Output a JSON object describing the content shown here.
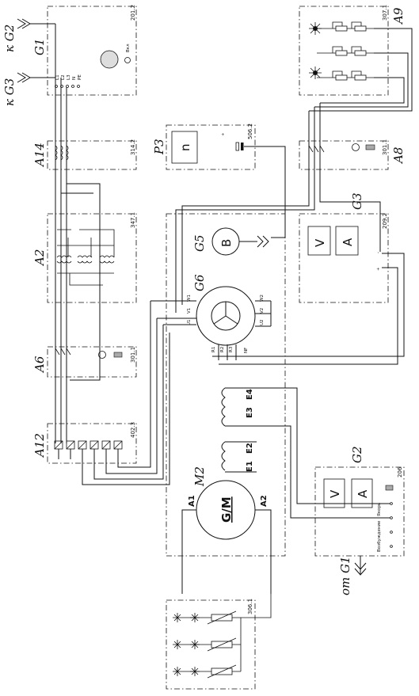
{
  "labels": {
    "to_g2": "к G2",
    "to_g3": "к G3",
    "from_g1": "от G1",
    "g1": "G1",
    "a14": "A14",
    "a2": "A2",
    "a6": "A6",
    "a12": "A12",
    "p3": "P3",
    "g5": "G5",
    "g6": "G6",
    "m2": "M2",
    "g3": "G3",
    "g2": "G2",
    "a8": "A8",
    "a9": "A9"
  },
  "codes": {
    "g1": "201.2",
    "a14": "314.2",
    "a2": "347.1",
    "a6": "301.1",
    "a12": "402.3",
    "p3": "506.2",
    "g3": "209.2",
    "a8": "301.1",
    "a9": "307.1",
    "m2": "306.1",
    "g2": "206"
  },
  "g1_terminals": [
    "L1",
    "L2",
    "L3",
    "N",
    "PE"
  ],
  "g1_switch": "Вкл",
  "p3_symbol": "n",
  "p3_sign": "+",
  "g5_symbol": "B",
  "g6_terminals": [
    "U1",
    "V1",
    "W1",
    "U2",
    "V2",
    "W2",
    "R1",
    "R2",
    "R3",
    "NF"
  ],
  "motor_terminals": [
    "A1",
    "A2",
    "E1",
    "E2",
    "E3",
    "E4"
  ],
  "motor_symbol": "G/M",
  "meter_v": "V",
  "meter_a": "A",
  "g2_terminals": [
    "Возбуждение",
    "Якорь"
  ],
  "g3_signs": [
    "+",
    "-"
  ]
}
